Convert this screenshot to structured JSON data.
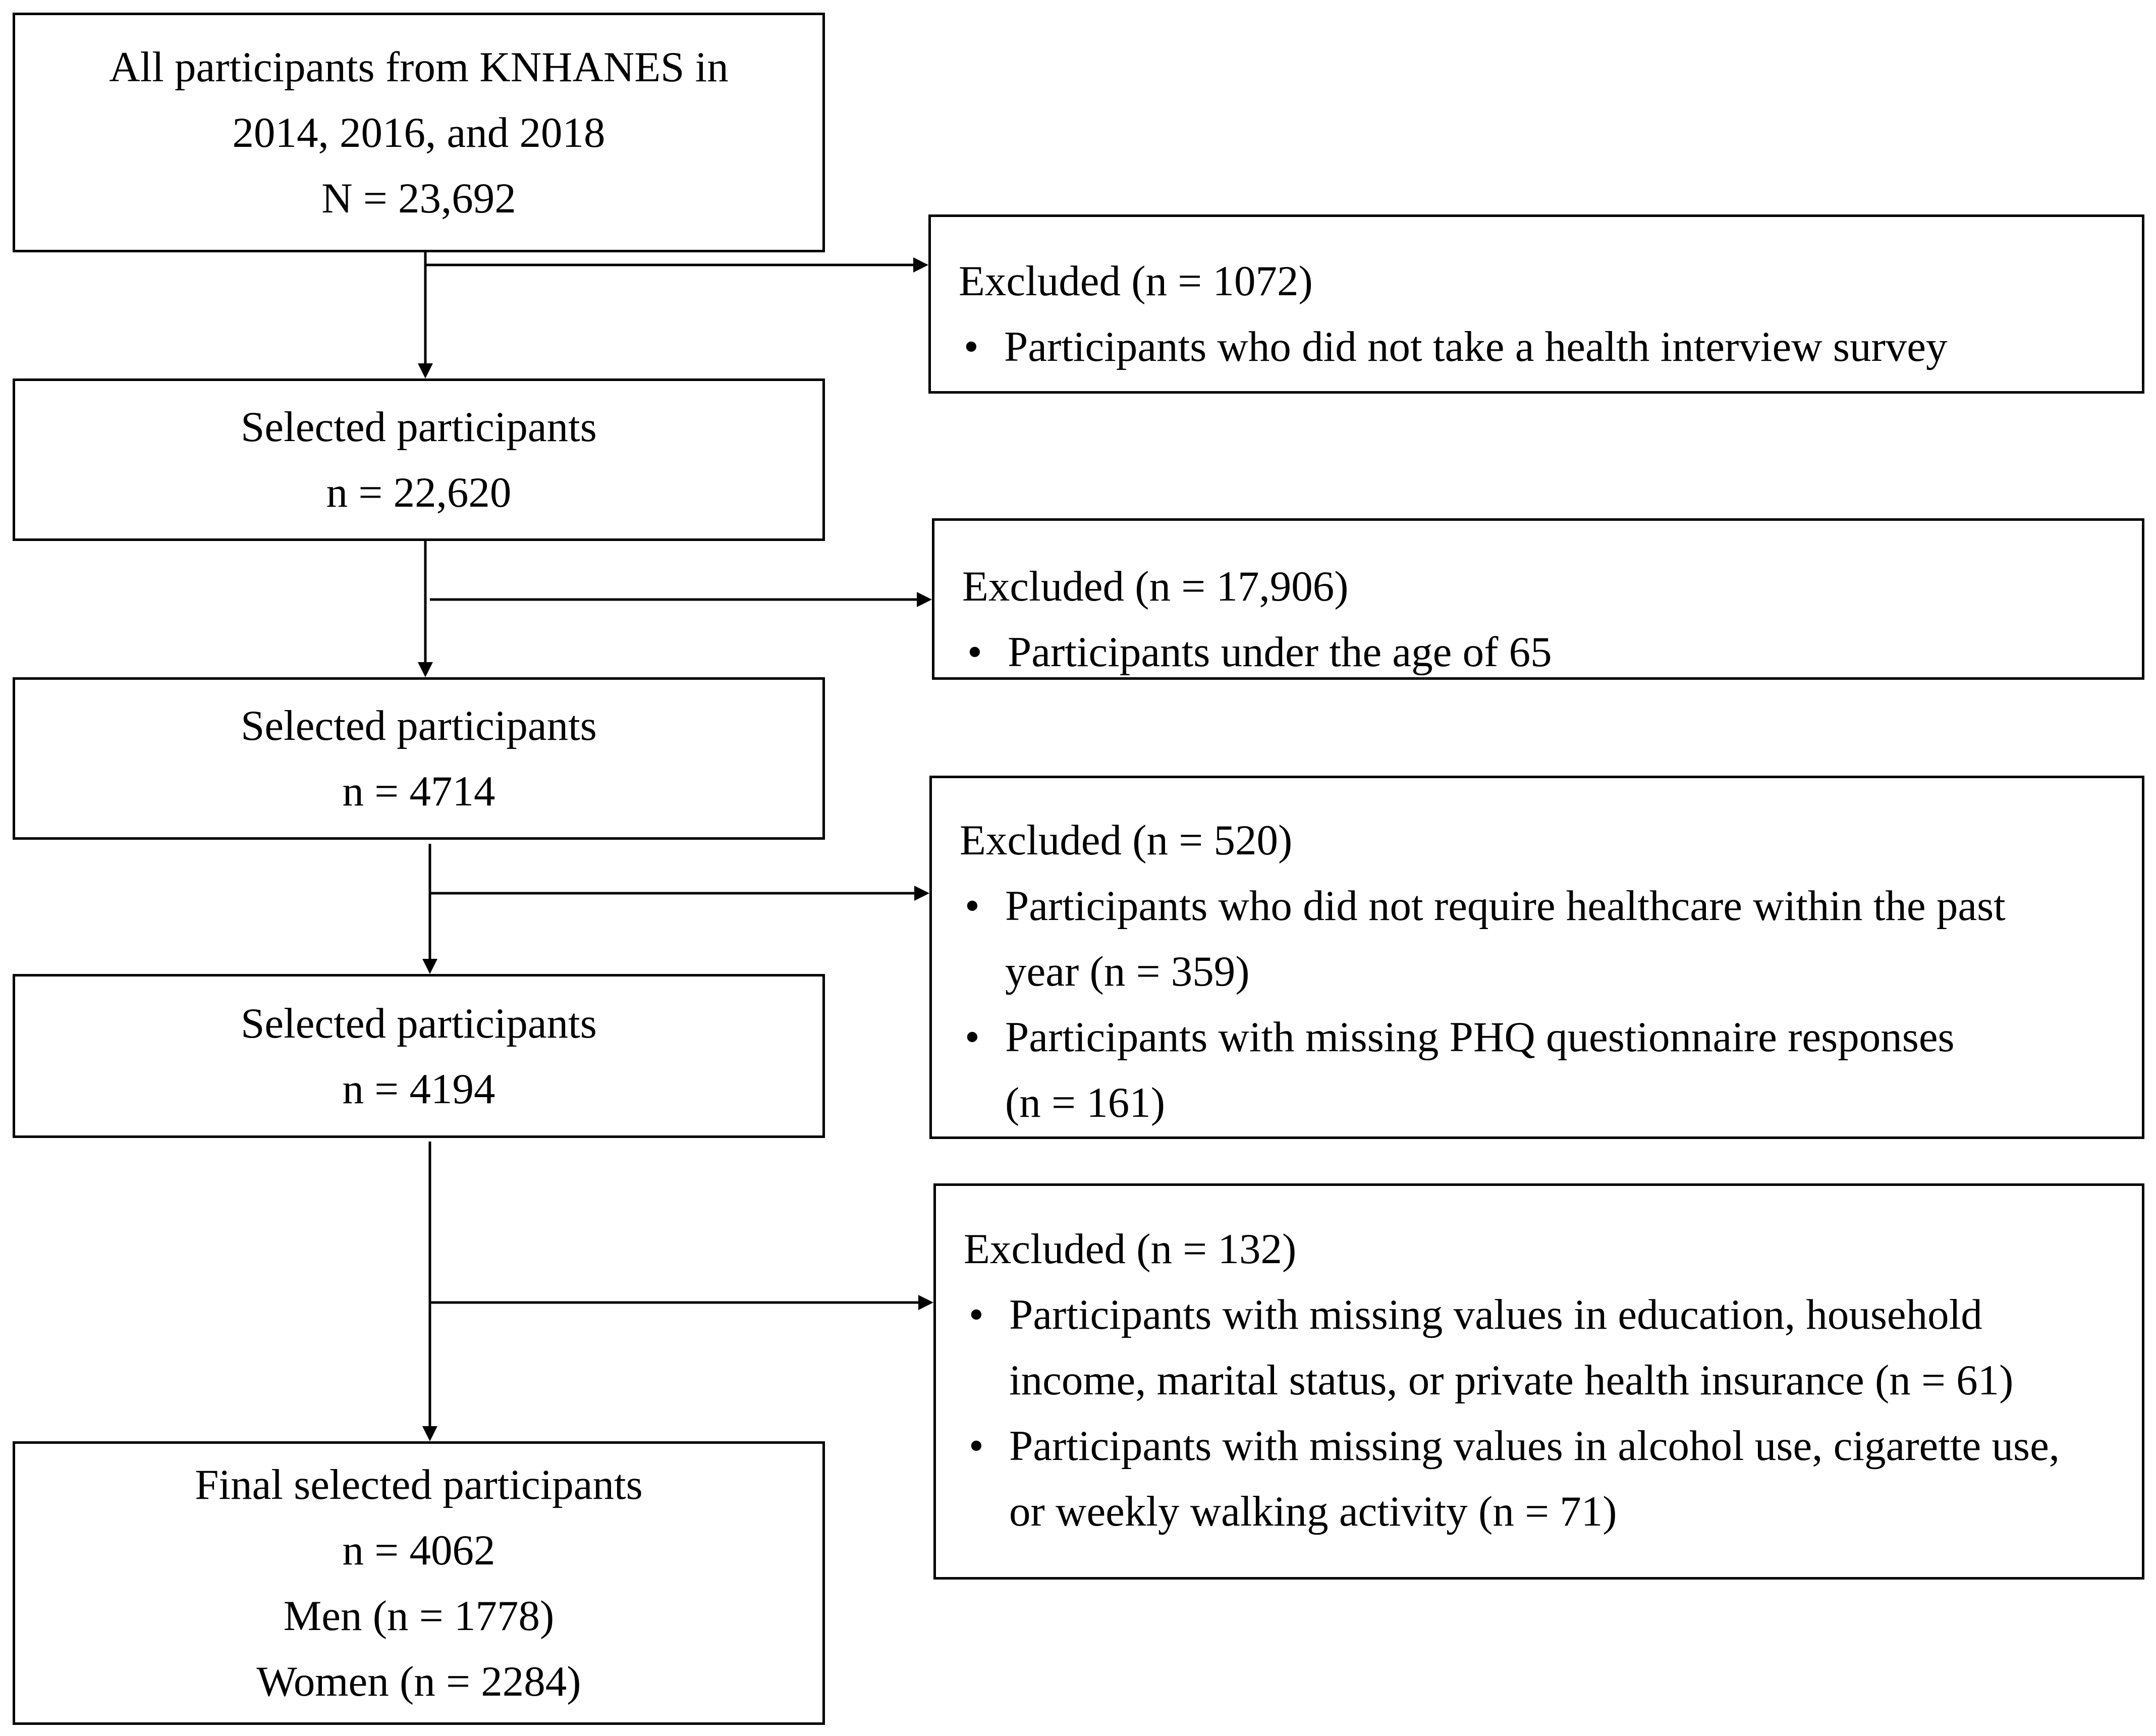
{
  "boxes": {
    "all": {
      "lines": [
        "All participants from KNHANES in",
        "2014, 2016, and 2018",
        "N = 23,692"
      ]
    },
    "sel1": {
      "lines": [
        "Selected participants",
        "n = 22,620"
      ]
    },
    "sel2": {
      "lines": [
        "Selected participants",
        "n = 4714"
      ]
    },
    "sel3": {
      "lines": [
        "Selected participants",
        "n = 4194"
      ]
    },
    "final": {
      "lines": [
        "Final selected participants",
        "n = 4062",
        "Men (n = 1778)",
        "Women (n = 2284)"
      ]
    }
  },
  "exclusions": [
    {
      "title": "Excluded (n = 1072)",
      "bullets": [
        [
          "Participants who did not take a health interview survey"
        ]
      ]
    },
    {
      "title": "Excluded (n = 17,906)",
      "bullets": [
        [
          "Participants under the age of 65"
        ]
      ]
    },
    {
      "title": "Excluded (n = 520)",
      "bullets": [
        [
          "Participants who did not require healthcare within the past",
          "year (n = 359)"
        ],
        [
          "Participants with missing PHQ questionnaire responses",
          "(n = 161)"
        ]
      ]
    },
    {
      "title": "Excluded (n = 132)",
      "bullets": [
        [
          "Participants with missing values in education, household",
          "income, marital status, or private health insurance (n = 61)"
        ],
        [
          "Participants with missing values in alcohol use, cigarette use,",
          "or weekly walking activity (n = 71)"
        ]
      ]
    }
  ],
  "bullet_symbol": "•"
}
